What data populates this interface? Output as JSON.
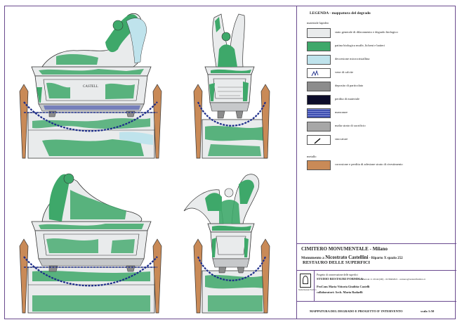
{
  "legend": {
    "title": "LEGENDA - mappatura del degrado",
    "materiale_lapideo": "materiale lapideo",
    "items": [
      {
        "label": "stato generale di dilavamento e degrado biologico",
        "color": "#e9ebec",
        "icon": "plain-swatch"
      },
      {
        "label": "patina biologica muffe, licheni e batteri",
        "color": "#3ea86a",
        "icon": "plain-swatch"
      },
      {
        "label": "decoesione microcristallina",
        "color": "#bfe3ec",
        "icon": "plain-swatch"
      },
      {
        "label": "vene di calcite",
        "color": "#ffffff",
        "icon": "vein-swatch"
      },
      {
        "label": "deposito di particolato",
        "color": "#8c8c8c",
        "icon": "plain-swatch"
      },
      {
        "label": "perdita di materiale",
        "color": "#0c0c2a",
        "icon": "plain-swatch"
      },
      {
        "label": "mancanze",
        "color": "#3f4fb0",
        "icon": "striped-swatch"
      },
      {
        "label": "malta strato di sacrificio",
        "color": "#a7a7a7",
        "icon": "plain-swatch"
      },
      {
        "label": "stuccature",
        "color": "#ffffff",
        "icon": "stroke-swatch"
      }
    ],
    "metallo": "metallo",
    "metal_items": [
      {
        "label": "corrosione e perdita di adesione strato di rivestimento",
        "color": "#c98a57",
        "icon": "plain-swatch"
      }
    ]
  },
  "title_block": {
    "cemetery": "CIMITERO MONUMENTALE - Milano",
    "monument_prefix": "Monumento a",
    "monument_name": "Nicostrato Castellini",
    "location": "- Riparto X spazio 252",
    "subject": "RESTAURO DELLE SUPERFICI",
    "firm_caption": "Progetto di conservazione delle superfici",
    "firm_name": "STUDIO RESTAURI FORMICA",
    "firm_address": "Via Bertoni 11  20144  (MI) - 02 89402021 - restauro@restauriformica.it",
    "designers": "ProCons Maria Vittoria Giuditta Castelli",
    "collaborators": "collaboratori: Arch. Marta Radaelli",
    "logo_caption": "Studio Restauri Formica",
    "sheet_title": "MAPPATURA DEL DEGRADO E PROGETTO D' INTERVENTO",
    "scale": "scala 1:50"
  },
  "inscription": "CASTELL"
}
